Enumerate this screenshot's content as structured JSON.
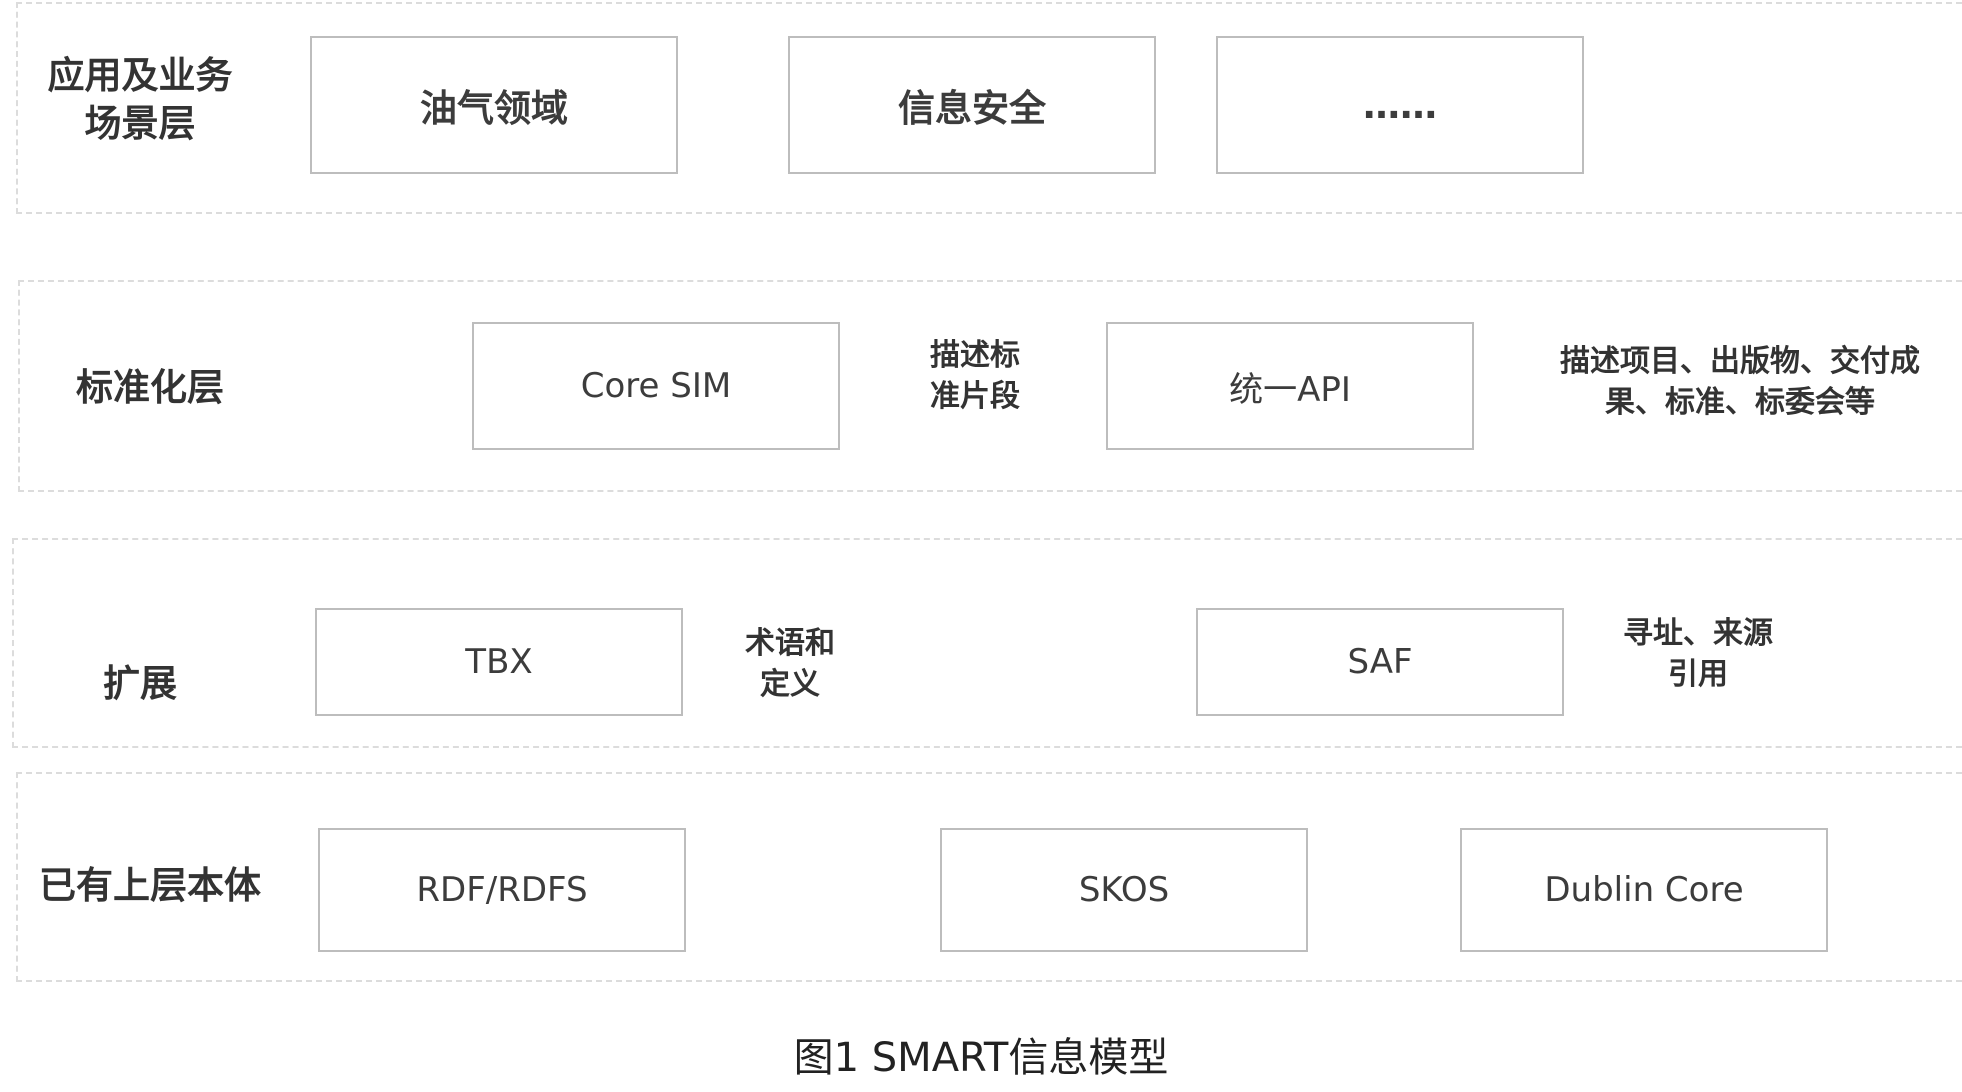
{
  "layers": {
    "application": {
      "label_lines": [
        "应用及业务",
        "场景层"
      ],
      "boxes": [
        "油气领域",
        "信息安全",
        "……"
      ]
    },
    "standardization": {
      "label": "标准化层",
      "boxes": [
        "Core SIM",
        "统一API"
      ],
      "notes": [
        [
          "描述标",
          "准片段"
        ],
        [
          "描述项目、出版物、交付成",
          "果、标准、标委会等"
        ]
      ]
    },
    "extension": {
      "label": "扩展",
      "boxes": [
        "TBX",
        "SAF"
      ],
      "notes": [
        [
          "术语和",
          "定义"
        ],
        [
          "寻址、来源",
          "引用"
        ]
      ]
    },
    "upper_ontology": {
      "label": "已有上层本体",
      "boxes": [
        "RDF/RDFS",
        "SKOS",
        "Dublin Core"
      ]
    }
  },
  "caption": "图1  SMART信息模型"
}
